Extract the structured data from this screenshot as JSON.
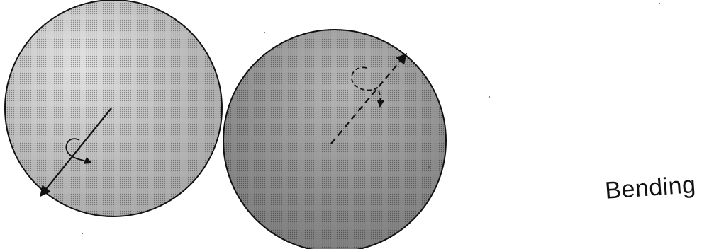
{
  "figure": {
    "caption": "Bending",
    "colors": {
      "ink": "#111111",
      "sphere_light": "#cfcfcf",
      "sphere_dark": "#8e8e8e",
      "background": "#ffffff"
    },
    "spheres": [
      {
        "name": "left-sphere",
        "rotation_axis": "solid",
        "rotation_arrow": "curved-arrow"
      },
      {
        "name": "right-sphere",
        "rotation_axis": "dashed",
        "rotation_arrow": "curved-arrow-dashed"
      }
    ]
  }
}
